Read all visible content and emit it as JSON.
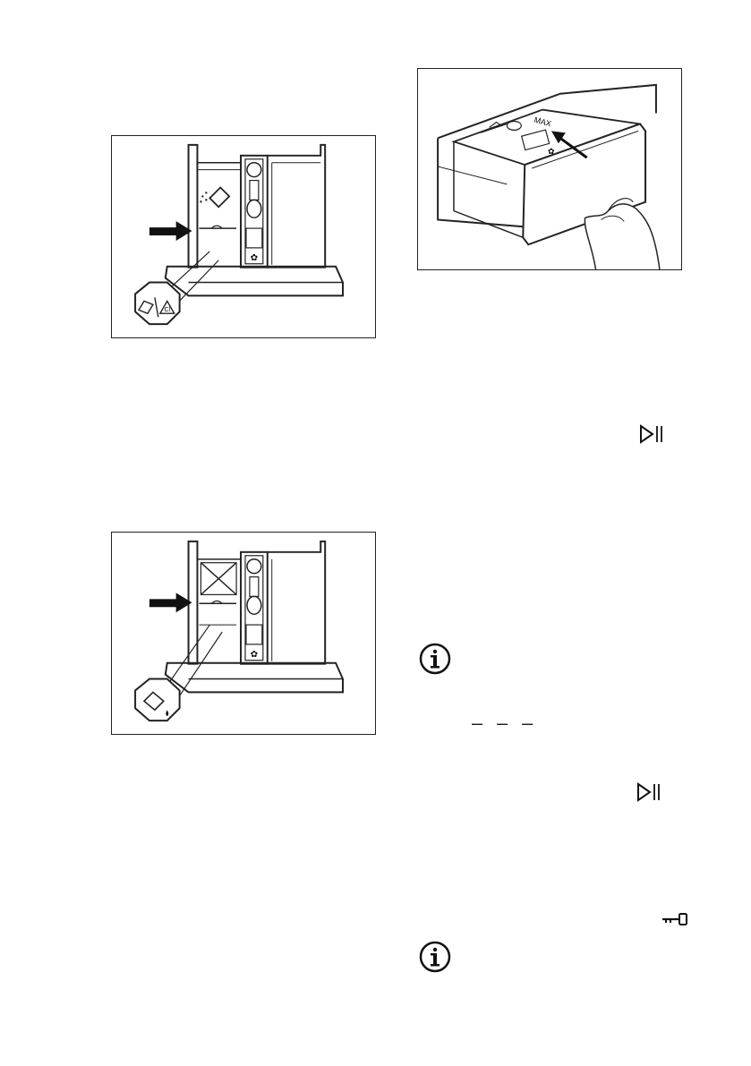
{
  "page": {
    "figures": [
      {
        "name": "detergent-drawer-liquid-flap-up"
      },
      {
        "name": "drawer-insertion"
      },
      {
        "name": "detergent-drawer-liquid-flap-down"
      }
    ],
    "symbols": {
      "start_pause": "start-pause-icon",
      "info": "info-icon",
      "door_lock": "door-lock-icon",
      "display_dashes": "– – –"
    },
    "drawer_labels": {
      "max": "MAX",
      "chlorine": "Cl"
    }
  }
}
